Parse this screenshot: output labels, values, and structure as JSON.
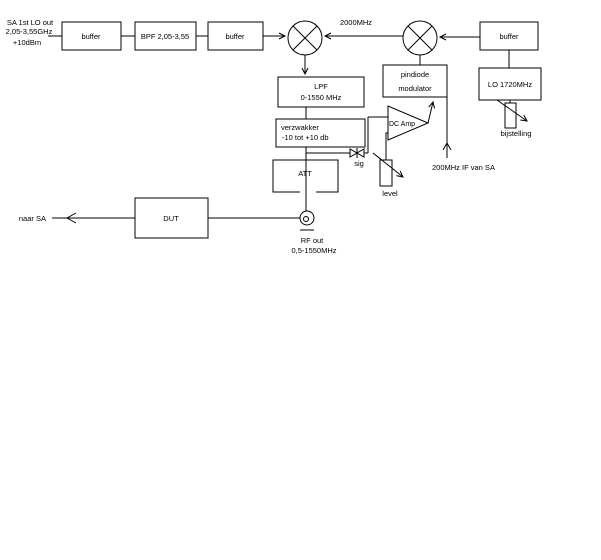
{
  "diagram_title": "tracking-generator-block-diagram",
  "colors": {
    "line": "#000000",
    "background": "#ffffff"
  },
  "source_note": {
    "line1": "SA 1st LO out",
    "line2": "2,05-3,55GHz",
    "line3": "+10dBm"
  },
  "blocks": {
    "buffer1": {
      "label": "buffer"
    },
    "bpf": {
      "label": "BPF 2,05-3,55"
    },
    "buffer2": {
      "label": "buffer"
    },
    "buffer3": {
      "label": "buffer"
    },
    "lo": {
      "label": "LO 1720MHz"
    },
    "lpf": {
      "line1": "LPF",
      "line2": "0-1550 MHz"
    },
    "attenuator": {
      "line1": "verzwakker",
      "line2": "-10 tot +10 db"
    },
    "pin_modulator": {
      "line1": "pindiode",
      "line2": "modulator"
    },
    "att_enclosure": {
      "label": "ATT"
    },
    "dut": {
      "label": "DUT"
    },
    "dc_amp": {
      "label": "DC Amp"
    }
  },
  "labels": {
    "intermixer_freq": "2000MHz",
    "lo_adjust": "bijstelling",
    "sig_detector": "sig",
    "level_pot": "level",
    "if_input": "200MHz IF van SA",
    "to_sa": "naar SA",
    "rf_out_line1": "RF out",
    "rf_out_line2": "0,5-1550MHz"
  }
}
